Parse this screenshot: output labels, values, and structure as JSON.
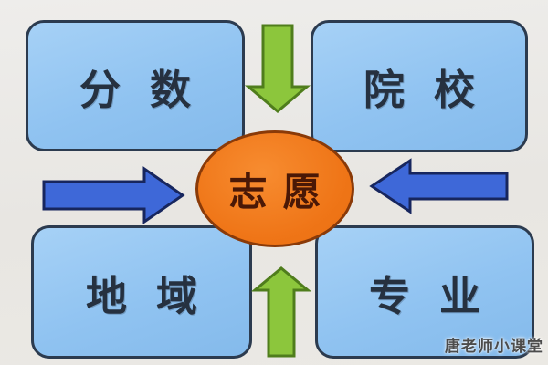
{
  "diagram": {
    "center_label": "志愿",
    "boxes": [
      {
        "id": "score",
        "position": "top-left",
        "label": "分数"
      },
      {
        "id": "college",
        "position": "top-right",
        "label": "院校"
      },
      {
        "id": "region",
        "position": "bottom-left",
        "label": "地域"
      },
      {
        "id": "major",
        "position": "bottom-right",
        "label": "专业"
      }
    ],
    "arrows": [
      {
        "name": "top-arrow",
        "direction": "down",
        "color": "#8cc63c"
      },
      {
        "name": "bottom-arrow",
        "direction": "up",
        "color": "#8cc63c"
      },
      {
        "name": "left-arrow",
        "direction": "right",
        "color": "#3e68d8"
      },
      {
        "name": "right-arrow",
        "direction": "left",
        "color": "#3e68d8"
      }
    ],
    "colors": {
      "background": "#e9e8e4",
      "box_fill": "#90c3f1",
      "box_border": "#2c3b4f",
      "box_text": "#263140",
      "ellipse_fill": "#ef7517",
      "ellipse_border": "#8a3a08",
      "ellipse_text": "#4a1806",
      "green_arrow_fill": "#8cc63c",
      "green_arrow_border": "#4f7d1c",
      "blue_arrow_fill": "#3e68d8",
      "blue_arrow_border": "#17265e"
    }
  },
  "watermark": {
    "text": "唐老师小课堂"
  }
}
